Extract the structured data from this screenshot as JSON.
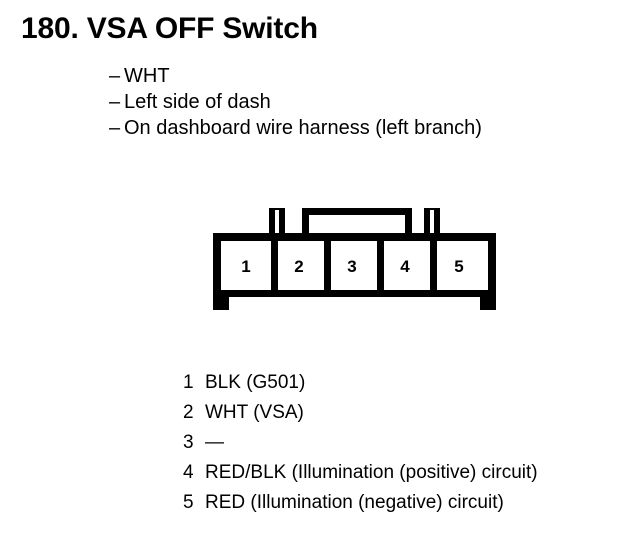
{
  "header": {
    "title": "180. VSA OFF Switch"
  },
  "details": {
    "dash": "–",
    "items": [
      {
        "text": "WHT"
      },
      {
        "text": "Left side of dash"
      },
      {
        "text": "On dashboard wire harness (left branch)"
      }
    ]
  },
  "connector": {
    "terminal_count": 5,
    "terminal_labels": [
      "1",
      "2",
      "3",
      "4",
      "5"
    ],
    "stroke_color": "#000000",
    "fill_color": "#ffffff"
  },
  "legend": {
    "rows": [
      {
        "pin": "1",
        "desc": "BLK (G501)"
      },
      {
        "pin": "2",
        "desc": "WHT (VSA)"
      },
      {
        "pin": "3",
        "desc": "—"
      },
      {
        "pin": "4",
        "desc": "RED/BLK (Illumination (positive) circuit)"
      },
      {
        "pin": "5",
        "desc": "RED (Illumination (negative) circuit)"
      }
    ]
  }
}
